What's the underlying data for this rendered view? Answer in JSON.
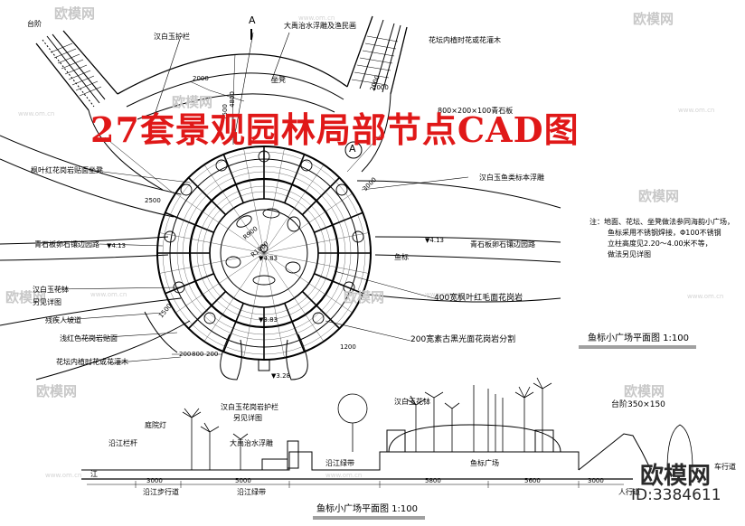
{
  "title": "27套景观园林局部节点CAD图",
  "section_mark": "A",
  "plan_labels": {
    "stairs": "台阶",
    "balustrade": "汉白玉护栏",
    "relief": "大禹治水浮雕及渔民画",
    "planter": "花坛内植时花或花灌木",
    "bench": "坐凳",
    "fish_column": "汉白玉鱼类标本浮雕",
    "maple_bench": "枫叶红花岗岩贴面坐凳",
    "path_left": "青石板卵石镶边园路",
    "path_right": "青石板卵石镶边园路",
    "fish_marker": "鱼标",
    "flower_bowl": "汉白玉花钵",
    "see_detail": "另见详图",
    "wheelchair": "残疾人坡道",
    "red_granite": "浅红色花岗岩贴面",
    "planter2": "花坛内植时花或花灌木",
    "band400": "400宽枫叶红毛面花岗岩",
    "band200": "200宽素古黑光面花岗岩分割",
    "paving_note": "800×200×100青石板"
  },
  "dimensions": [
    "2000",
    "2000",
    "4800",
    "1500",
    "2500",
    "3000",
    "1500",
    "200",
    "800",
    "200",
    "1200",
    "2000",
    "R1800",
    "R900"
  ],
  "elevations": [
    "4.13",
    "4.13",
    "4.83",
    "3.83",
    "3.28"
  ],
  "notes": [
    "注：地面、花坛、坐凳做法参同海韵小广场，",
    "鱼标采用不锈钢焊接，Φ100不锈钢",
    "立柱高度见2.20～4.00米不等，",
    "做法另见详图"
  ],
  "plan_caption": "鱼标小广场平面图  1:100",
  "section_caption": "鱼标小广场平面图  1:100",
  "section_labels": {
    "balustrade": "汉白玉花岗岩护栏",
    "see_detail": "另见详图",
    "courtyard_lamp": "庭院灯",
    "river_rail": "沿江栏杆",
    "relief": "大禹治水浮雕",
    "flower_bowl": "汉白玉花钵",
    "river": "江",
    "green_belt": "沿江绿带",
    "promenade": "沿江步行道",
    "green_belt2": "沿江绿带",
    "fish_marker": "鱼标广场",
    "walkway": "人行道",
    "walkway2": "车行道",
    "steps_size": "台阶350×150"
  },
  "section_dims": [
    "3000",
    "5000",
    "5800",
    "5600",
    "3000"
  ],
  "watermark_brand": "欧模网",
  "watermark_url": "www.om.cn",
  "brand_stamp": "欧模网",
  "image_id": "ID:3384611",
  "colors": {
    "title": "#e01818",
    "line": "#000000",
    "watermark": "#c8c8c8"
  }
}
